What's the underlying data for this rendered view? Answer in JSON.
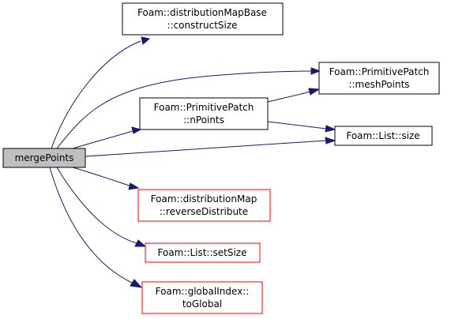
{
  "nodes": {
    "root": {
      "lines": [
        "mergePoints"
      ],
      "fill": "#bfbfbf",
      "stroke": "#000000"
    },
    "constructSize": {
      "lines": [
        "Foam::distributionMapBase",
        "::constructSize"
      ],
      "fill": "#ffffff",
      "stroke": "#000000"
    },
    "meshPoints": {
      "lines": [
        "Foam::PrimitivePatch",
        "::meshPoints"
      ],
      "fill": "#ffffff",
      "stroke": "#000000"
    },
    "nPoints": {
      "lines": [
        "Foam::PrimitivePatch",
        "::nPoints"
      ],
      "fill": "#ffffff",
      "stroke": "#000000"
    },
    "size": {
      "lines": [
        "Foam::List::size"
      ],
      "fill": "#ffffff",
      "stroke": "#000000"
    },
    "reverseDistribute": {
      "lines": [
        "Foam::distributionMap",
        "::reverseDistribute"
      ],
      "fill": "#ffffff",
      "stroke": "#ff0000"
    },
    "setSize": {
      "lines": [
        "Foam::List::setSize"
      ],
      "fill": "#ffffff",
      "stroke": "#ff0000"
    },
    "toGlobal": {
      "lines": [
        "Foam::globalIndex::",
        "toGlobal"
      ],
      "fill": "#ffffff",
      "stroke": "#ff0000"
    }
  },
  "edges": [
    {
      "from": "root",
      "to": "constructSize"
    },
    {
      "from": "root",
      "to": "meshPoints"
    },
    {
      "from": "root",
      "to": "nPoints"
    },
    {
      "from": "root",
      "to": "size"
    },
    {
      "from": "root",
      "to": "reverseDistribute"
    },
    {
      "from": "root",
      "to": "setSize"
    },
    {
      "from": "root",
      "to": "toGlobal"
    },
    {
      "from": "nPoints",
      "to": "meshPoints"
    },
    {
      "from": "nPoints",
      "to": "size"
    }
  ],
  "colors": {
    "edge": "#191970"
  }
}
